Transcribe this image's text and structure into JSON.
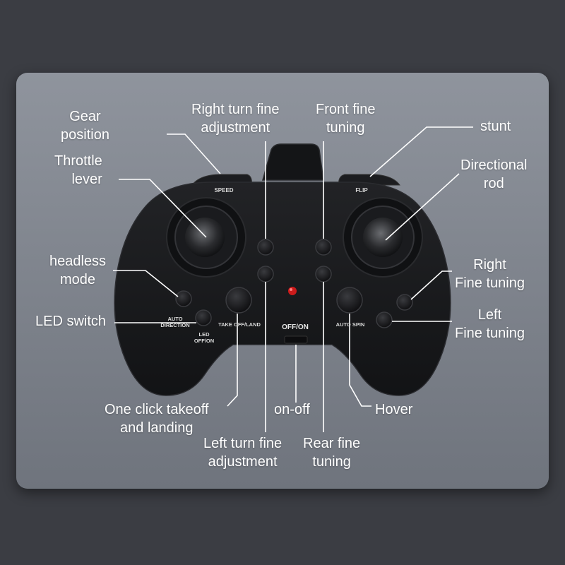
{
  "labels": {
    "gear_position": "Gear\nposition",
    "throttle_lever": "Throttle\nlever",
    "right_turn_fine": "Right turn fine\nadjustment",
    "front_fine": "Front fine\ntuning",
    "stunt": "stunt",
    "directional_rod": "Directional\nrod",
    "headless_mode": "headless\nmode",
    "led_switch": "LED switch",
    "right_fine_tuning": "Right\nFine tuning",
    "left_fine_tuning": "Left\nFine tuning",
    "one_click": "One click takeoff\nand landing",
    "on_off": "on-off",
    "hover": "Hover",
    "left_turn_fine": "Left turn fine\nadjustment",
    "rear_fine": "Rear fine\ntuning"
  },
  "controller_text": {
    "speed": "SPEED",
    "flip": "FLIP",
    "auto_direction": "AUTO\nDIRECTION",
    "led_onoff": "LED\nOFF/ON",
    "takeoff_land": "TAKE OFF/LAND",
    "power": "OFF/ON",
    "auto_spin": "AUTO SPIN"
  },
  "colors": {
    "background": "#3b3d43",
    "panel": "#868b94",
    "controller": "#161719",
    "line": "#ffffff",
    "led": "#cc1b1b"
  }
}
